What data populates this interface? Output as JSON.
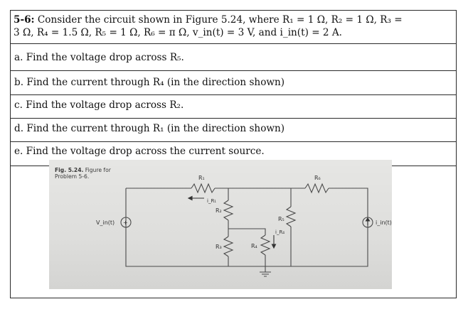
{
  "problem": {
    "number": "5-6:",
    "statement_line1": "Consider the circuit shown in Figure 5.24, where R₁ = 1 Ω, R₂ = 1 Ω, R₃ =",
    "statement_line2": "3 Ω, R₄ = 1.5 Ω, R₅ = 1 Ω, R₆ = π Ω, v_in(t) = 3 V, and i_in(t) = 2 A."
  },
  "parts": [
    "a.  Find the voltage drop across R₅.",
    "b.  Find the current through R₄ (in the direction shown)",
    "c.  Find the voltage drop across R₂.",
    "d.  Find the current through R₁ (in the direction shown)",
    "e.  Find the voltage drop across the current source."
  ],
  "figure": {
    "caption_bold": "Fig. 5.24.",
    "caption_line1": " Figure for",
    "caption_line2": "Problem 5-6.",
    "labels": {
      "r1": "R₁",
      "r2": "R₂",
      "r3": "R₃",
      "r4": "R₄",
      "r5": "R₅",
      "r6": "R₆",
      "ir1": "i_R₁",
      "ir4": "i_R₄",
      "vin": "V_in(t)",
      "iin": "i_in(t)"
    }
  }
}
